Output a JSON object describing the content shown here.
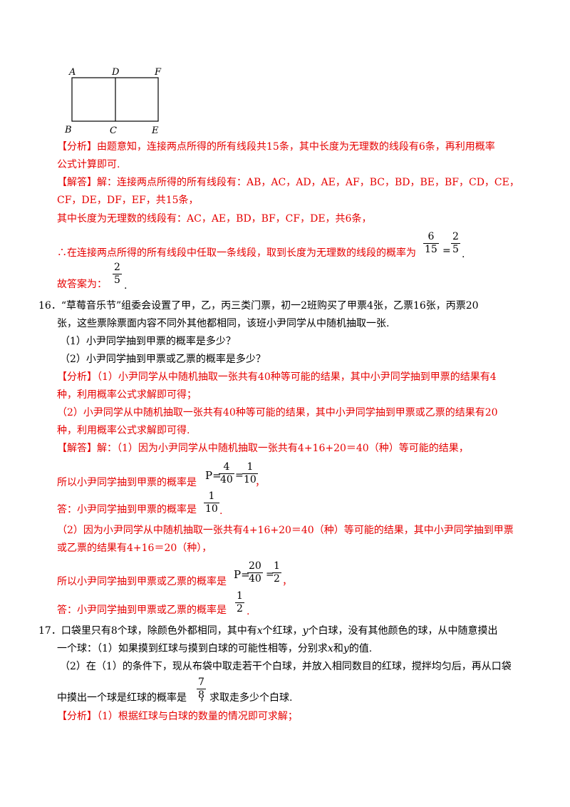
{
  "figure": {
    "labels": [
      "A",
      "D",
      "F",
      "B",
      "C",
      "E"
    ]
  },
  "q15": {
    "analysis_tag": "【分析】",
    "analysis_1": "由题意知，连接两点所得的所有线段共15条，其中长度为无理数的线段有6条，再利用概率",
    "analysis_2": "公式计算即可.",
    "answer_tag": "【解答】",
    "answer_1": "解：连接两点所得的所有线段有：AB，AC，AD，AE，AF，BC，BD，BE，BF，CD，CE，",
    "answer_2": "CF，DE，DF，EF，共15条，",
    "answer_3": "其中长度为无理数的线段有：AC，AE，BD，BF，CF，DE，共6条，",
    "answer_4": "∴在连接两点所得的所有线段中任取一条线段，取到长度为无理数的线段的概率为",
    "frac1_num": "6",
    "frac1_den": "15",
    "eq": "=",
    "frac2_num": "2",
    "frac2_den": "5",
    "end": ".",
    "final": "故答案为：",
    "final_num": "2",
    "final_den": "5",
    "final_end": "."
  },
  "q16": {
    "line1": "16．“草莓音乐节”组委会设置了甲，乙，丙三类门票，初一2班购买了甲票4张，乙票16张，丙票20",
    "line2": "张，这些票除票面内容不同外其他都相同，该班小尹同学从中随机抽取一张.",
    "sub1": "（1）小尹同学抽到甲票的概率是多少？",
    "sub2": "（2）小尹同学抽到甲票或乙票的概率是多少？",
    "analysis_tag": "【分析】",
    "analysis_1": "（1）小尹同学从中随机抽取一张共有40种等可能的结果，其中小尹同学抽到甲票的结果有4",
    "analysis_2": "种，利用概率公式求解即可得；",
    "analysis_3": "（2）小尹同学从中随机抽取一张共有40种等可能的结果，其中小尹同学抽到甲票或乙票的结果有20",
    "analysis_4": "种，利用概率公式求解即可得.",
    "answer_tag": "【解答】",
    "answer_1": "解：（1）因为小尹同学从中随机抽取一张共有4+16+20＝40（种）等可能的结果，",
    "answer_2": "所以小尹同学抽到甲票的概率是",
    "p_label": "P=",
    "p1_num": "4",
    "p1_den": "40",
    "p_eq": "=",
    "p2_num": "1",
    "p2_den": "10",
    "comma": "，",
    "ans1": "答：小尹同学抽到甲票的概率是",
    "ans1_num": "1",
    "ans1_den": "10",
    "dot": ".",
    "answer_3": "（2）因为小尹同学从中随机抽取一张共有4+16+20＝40（种）等可能的结果，其中小尹同学抽到甲票",
    "answer_4": "或乙票的结果有4+16＝20（种），",
    "answer_5": "所以小尹同学抽到甲票或乙票的概率是",
    "p3_num": "20",
    "p3_den": "40",
    "p4_num": "1",
    "p4_den": "2",
    "ans2": "答：小尹同学抽到甲票或乙票的概率是",
    "ans2_num": "1",
    "ans2_den": "2"
  },
  "q17": {
    "line1a": "17．口袋里只有8个球，除颜色外都相同，其中有",
    "var_x": "x",
    "line1b": "个红球，",
    "var_y": "y",
    "line1c": "个白球，没有其他颜色的球，从中随意摸出",
    "line2a": "一个球：（1）如果摸到红球与摸到白球的可能性相等，分别求",
    "line2b": "和",
    "line2c": "的值.",
    "line3": "（2）在（1）的条件下，现从布袋中取走若干个白球，并放入相同数目的红球，搅拌均匀后，再从口袋",
    "line4a": "中摸出一个球是红球的概率是",
    "frac_num": "7",
    "frac_den": "8",
    "line4b": "，求取走多少个白球.",
    "analysis_tag": "【分析】",
    "analysis_1": "（1）根据红球与白球的数量的情况即可求解；"
  }
}
